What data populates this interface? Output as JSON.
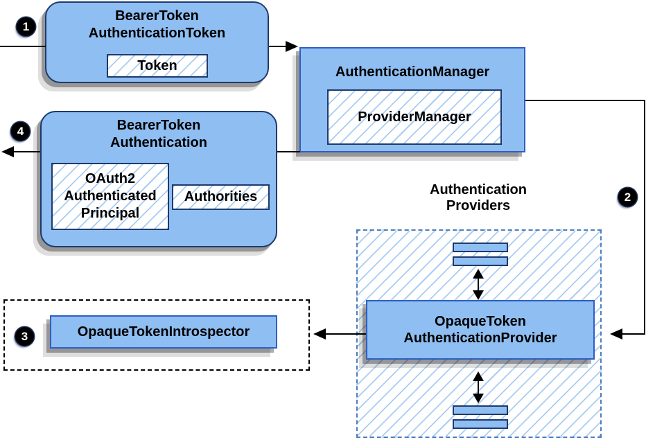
{
  "colors": {
    "box-fill": "#8fbef2",
    "border-navy": "#1d3a6d",
    "border-blue": "#2f5ec4",
    "hatch-line": "#a9cdf2",
    "region-border": "#4d7ebe",
    "line-color": "#000000"
  },
  "badges": {
    "step1": "1",
    "step2": "2",
    "step3": "3",
    "step4": "4"
  },
  "nodes": {
    "bearer_token_auth_token": {
      "title": "BearerToken\nAuthenticationToken",
      "token_label": "Token"
    },
    "authentication_manager": {
      "title": "AuthenticationManager",
      "provider_manager_label": "ProviderManager"
    },
    "bearer_token_authentication": {
      "title": "BearerToken\nAuthentication",
      "principal_label": "OAuth2\nAuthenticated\nPrincipal",
      "authorities_label": "Authorities"
    },
    "opaque_token_introspector": {
      "label": "OpaqueTokenIntrospector"
    },
    "authentication_providers": {
      "heading": "Authentication\nProviders",
      "provider_label": "OpaqueToken\nAuthenticationProvider"
    }
  }
}
